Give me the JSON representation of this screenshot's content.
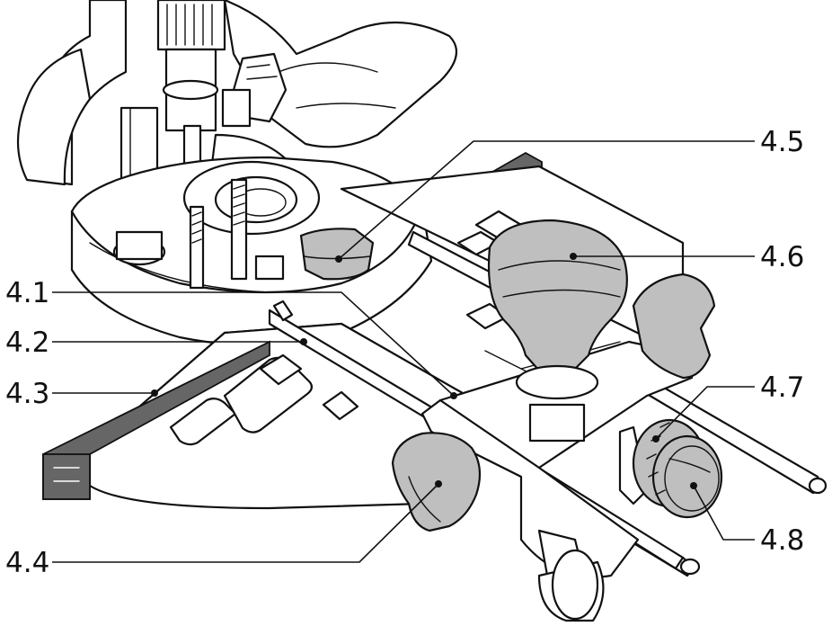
{
  "callouts": [
    {
      "id": "4.1",
      "text": "4.1"
    },
    {
      "id": "4.2",
      "text": "4.2"
    },
    {
      "id": "4.3",
      "text": "4.3"
    },
    {
      "id": "4.4",
      "text": "4.4"
    },
    {
      "id": "4.5",
      "text": "4.5"
    },
    {
      "id": "4.6",
      "text": "4.6"
    },
    {
      "id": "4.7",
      "text": "4.7"
    },
    {
      "id": "4.8",
      "text": "4.8"
    }
  ],
  "colors": {
    "line_art": "#111111",
    "highlight_gray": "#bfbfbf",
    "rule_gray": "#666666",
    "background": "#ffffff"
  }
}
